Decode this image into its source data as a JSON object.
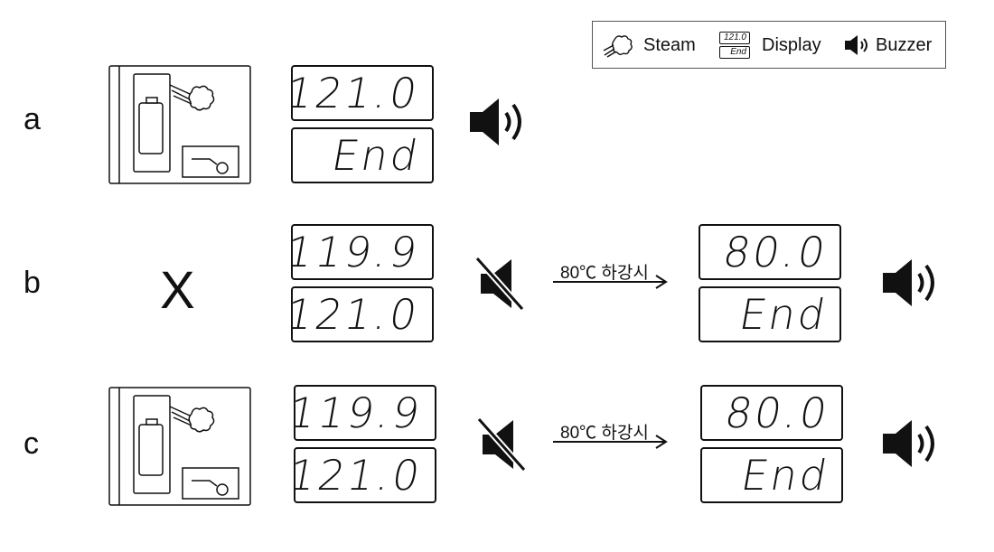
{
  "legend": {
    "steam": {
      "label": "Steam",
      "icon": "steam-icon"
    },
    "display": {
      "label": "Display",
      "icon": "display-icon",
      "mini_top": "121.0",
      "mini_bottom": "End"
    },
    "buzzer": {
      "label": "Buzzer",
      "icon": "speaker-icon"
    }
  },
  "rows": {
    "a": {
      "label": "a",
      "steam_device": "steam-device-icon",
      "display_top": "121.0",
      "display_bottom": "End",
      "buzzer": "on"
    },
    "b": {
      "label": "b",
      "steam_mark": "X",
      "display_top": "119.9",
      "display_bottom": "121.0",
      "buzzer": "off",
      "transition": "80℃ 하강시",
      "result_top": "80.0",
      "result_bottom": "End",
      "result_buzzer": "on"
    },
    "c": {
      "label": "c",
      "steam_device": "steam-device-icon",
      "display_top": "119.9",
      "display_bottom": "121.0",
      "buzzer": "off",
      "transition": "80℃ 하강시",
      "result_top": "80.0",
      "result_bottom": "End",
      "result_buzzer": "on"
    }
  }
}
